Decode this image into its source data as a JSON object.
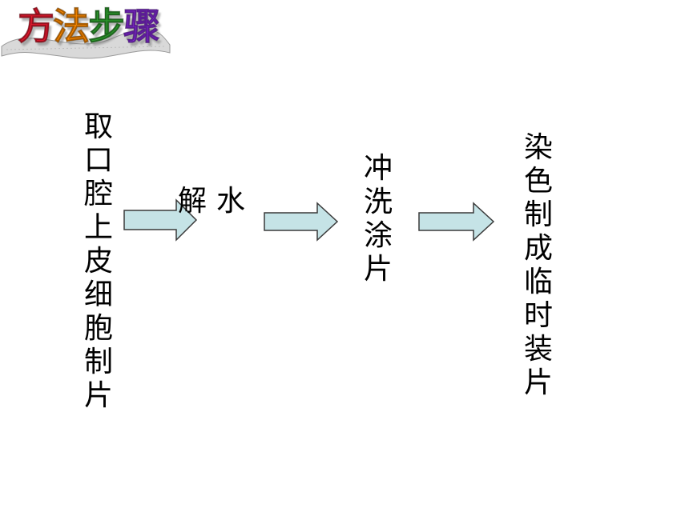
{
  "title": {
    "chars": [
      "方",
      "法",
      "步",
      "骤"
    ],
    "colors": [
      "#e6192e",
      "#ff8a00",
      "#2e9e2e",
      "#8a2be2"
    ]
  },
  "steps": {
    "step1": "取口腔上皮细胞制片",
    "transition1_left": "解",
    "transition1_right": "水",
    "step2": "冲洗涂片",
    "step3": "染色制成临时装片"
  },
  "colors": {
    "arrow_fill": "#c5e3e6",
    "arrow_stroke": "#3a3a3a",
    "text": "#000000"
  }
}
